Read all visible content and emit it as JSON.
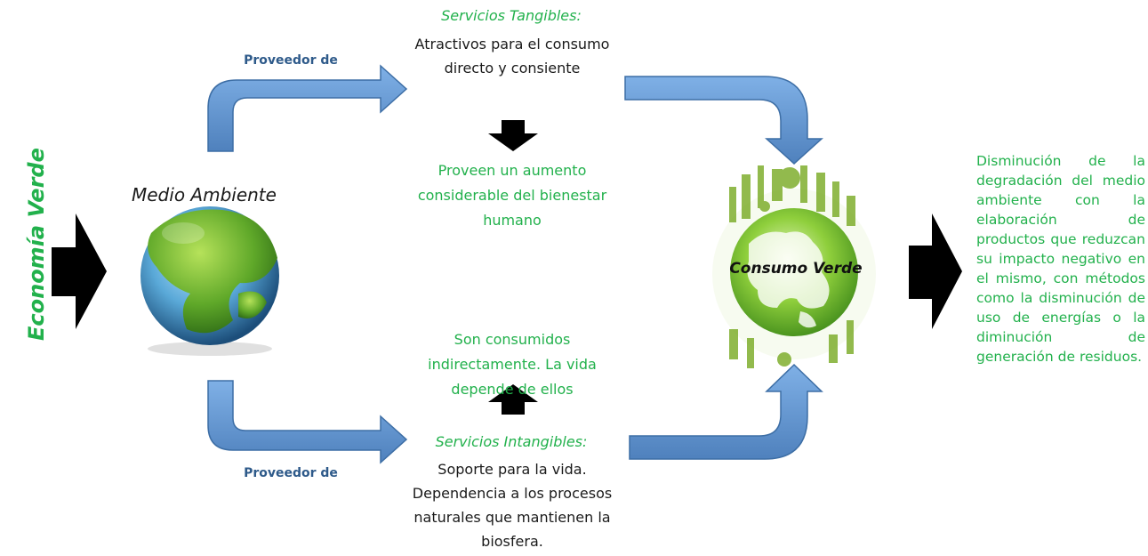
{
  "economia": "Economía Verde",
  "medio_ambiente": "Medio Ambiente",
  "proveedor_top": "Proveedor de",
  "proveedor_bottom": "Proveedor de",
  "tangibles": {
    "heading": "Servicios Tangibles:",
    "body": "Atractivos para el consumo directo y consiente"
  },
  "tangibles_effect": "Proveen un aumento considerable del bienestar humano",
  "intangibles_effect": "Son consumidos indirectamente. La vida depende de ellos",
  "intangibles": {
    "heading": "Servicios Intangibles:",
    "body": "Soporte para la vida. Dependencia a los procesos naturales que mantienen la biosfera."
  },
  "consumo_verde": "Consumo Verde",
  "resultado": "Disminución de la degradación del medio ambiente con la elaboración de productos que reduzcan su impacto negativo en el mismo, con métodos como la disminución de uso de energías o la diminución de generación de residuos.",
  "colors": {
    "green_text": "#22b14c",
    "arrow_blue": "#4f81bd",
    "arrow_blue_light": "#6fa0d8",
    "navy_text": "#2e5a8a",
    "black_arrow": "#000000"
  },
  "icons": {
    "earth": "grass-covered-earth-globe",
    "consumo": "green-city-eco-globe"
  }
}
